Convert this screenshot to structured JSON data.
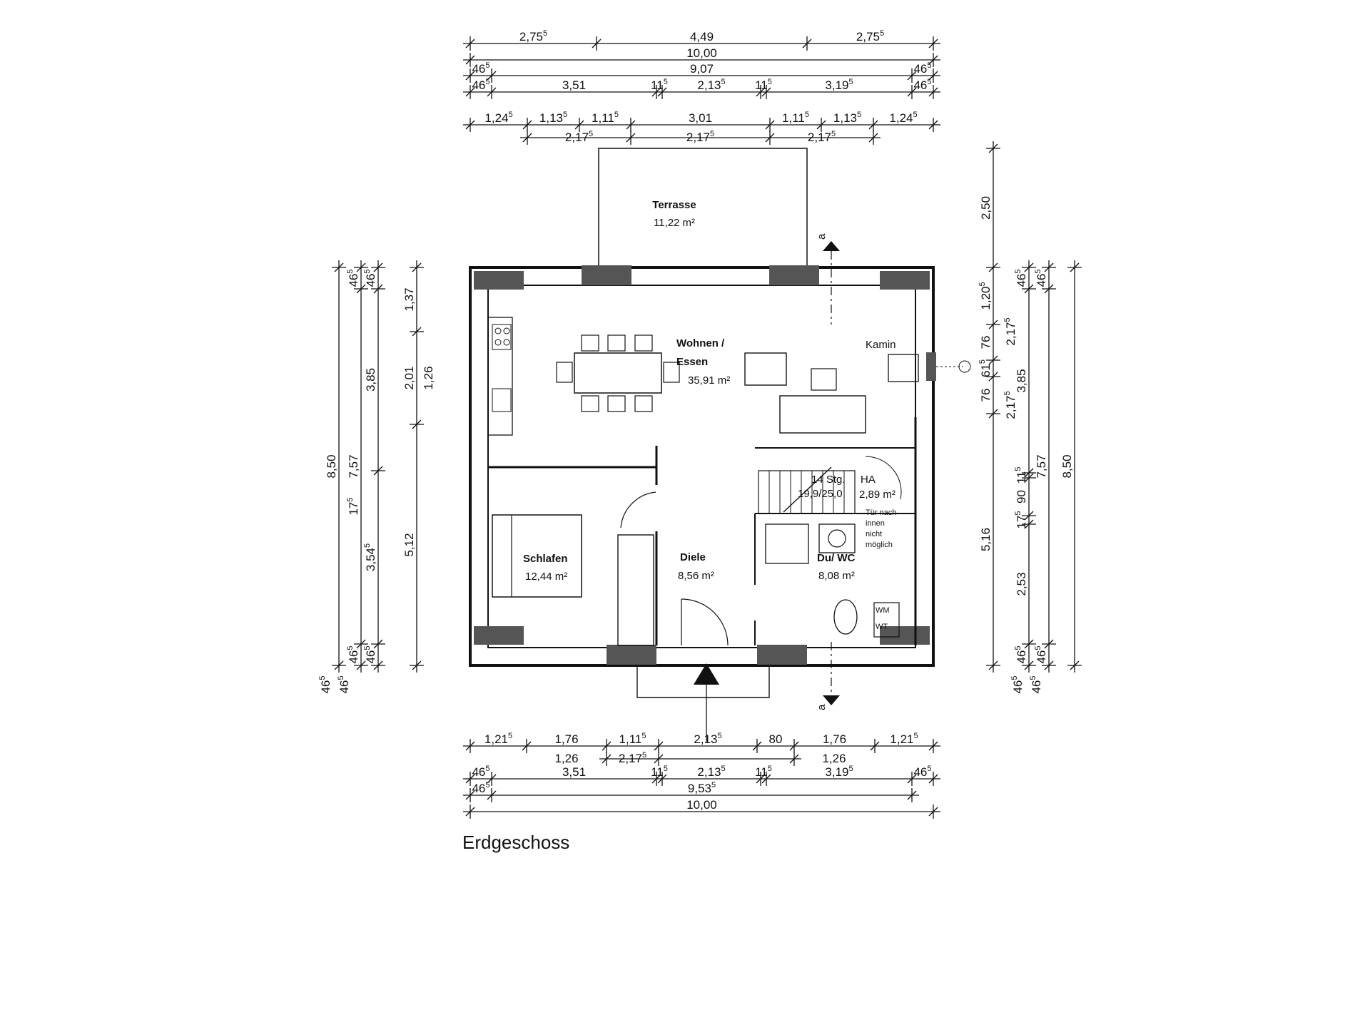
{
  "title": "Erdgeschoss",
  "rooms": {
    "terrasse": {
      "name": "Terrasse",
      "area": "11,22 m²"
    },
    "wohnen_line1": "Wohnen /",
    "wohnen_line2": "Essen",
    "wohnen_area": "35,91 m²",
    "kamin": "Kamin",
    "schlafen": {
      "name": "Schlafen",
      "area": "12,44 m²"
    },
    "diele": {
      "name": "Diele",
      "area": "8,56 m²"
    },
    "duwc": {
      "name": "Du/ WC",
      "area": "8,08 m²"
    },
    "stair_label1": "14 Stg.",
    "stair_label2": "19,9/25,0",
    "ha": "HA",
    "ha_area": "2,89 m²",
    "door_note": [
      "Tür nach",
      "innen",
      "nicht",
      "möglich"
    ],
    "wm": "WM",
    "wt": "WT",
    "section_mark": "a"
  },
  "dims_top": {
    "row1": [
      {
        "v": "2,75",
        "s": "5"
      },
      {
        "v": "4,49",
        "s": ""
      },
      {
        "v": "2,75",
        "s": "5"
      }
    ],
    "row2": "10,00",
    "row3": [
      {
        "v": "46",
        "s": "5"
      },
      {
        "v": "9,07",
        "s": ""
      },
      {
        "v": "46",
        "s": "5"
      }
    ],
    "row4": [
      {
        "v": "46",
        "s": "5"
      },
      {
        "v": "3,51",
        "s": ""
      },
      {
        "v": "11",
        "s": "5"
      },
      {
        "v": "2,13",
        "s": "5"
      },
      {
        "v": "11",
        "s": "5"
      },
      {
        "v": "3,19",
        "s": "5"
      },
      {
        "v": "46",
        "s": "5"
      }
    ],
    "row5": [
      {
        "v": "1,24",
        "s": "5"
      },
      {
        "v": "1,13",
        "s": "5"
      },
      {
        "v": "1,11",
        "s": "5"
      },
      {
        "v": "3,01",
        "s": ""
      },
      {
        "v": "1,11",
        "s": "5"
      },
      {
        "v": "1,13",
        "s": "5"
      },
      {
        "v": "1,24",
        "s": "5"
      }
    ],
    "row6": [
      {
        "v": "2,17",
        "s": "5"
      },
      {
        "v": "2,17",
        "s": "5"
      },
      {
        "v": "2,17",
        "s": "5"
      }
    ]
  },
  "dims_bottom": {
    "row1": [
      {
        "v": "1,21",
        "s": "5"
      },
      {
        "v": "1,76",
        "s": ""
      },
      {
        "v": "1,11",
        "s": "5"
      },
      {
        "v": "2,13",
        "s": "5"
      },
      {
        "v": "80",
        "s": ""
      },
      {
        "v": "1,76",
        "s": ""
      },
      {
        "v": "1,21",
        "s": "5"
      }
    ],
    "row2": [
      {
        "v": "1,26",
        "s": ""
      },
      {
        "v": "2,17",
        "s": "5"
      },
      {
        "v": "1,26",
        "s": ""
      }
    ],
    "row3": [
      {
        "v": "46",
        "s": "5"
      },
      {
        "v": "3,51",
        "s": ""
      },
      {
        "v": "11",
        "s": "5"
      },
      {
        "v": "2,13",
        "s": "5"
      },
      {
        "v": "11",
        "s": "5"
      },
      {
        "v": "3,19",
        "s": "5"
      },
      {
        "v": "46",
        "s": "5"
      }
    ],
    "row4": [
      {
        "v": "46",
        "s": "5"
      },
      {
        "v": "9,53",
        "s": "5"
      }
    ],
    "row5": "10,00"
  },
  "dims_left": {
    "outer": "8,50",
    "col2": [
      "7,57",
      "17"
    ],
    "col2_sup": "5",
    "col3": [
      {
        "v": "46",
        "s": "5"
      },
      {
        "v": "3,85",
        "s": ""
      },
      {
        "v": "3,54",
        "s": "5"
      },
      {
        "v": "46",
        "s": "5"
      }
    ],
    "col4": [
      "1,37",
      "2,01",
      "5,12"
    ],
    "col4_b": "1,26",
    "col1_bottom": [
      {
        "v": "46",
        "s": "5"
      },
      {
        "v": "46",
        "s": "5"
      }
    ],
    "col1_top": [
      {
        "v": "46",
        "s": "5"
      }
    ]
  },
  "dims_right": {
    "col1": [
      "2,50",
      "1,20",
      "76",
      "61",
      "76",
      "5,16"
    ],
    "col1_sups": [
      "",
      "5",
      "",
      "5",
      "",
      ""
    ],
    "col2": [
      "2,17",
      "2,17",
      "11",
      "90",
      "17",
      "2,53"
    ],
    "col2_sups": [
      "5",
      "5",
      "5",
      "",
      "5",
      ""
    ],
    "col3": [
      {
        "v": "46",
        "s": "5"
      },
      {
        "v": "3,85",
        "s": ""
      },
      {
        "v": "7,57",
        "s": ""
      },
      {
        "v": "46",
        "s": "5"
      }
    ],
    "col4": "8,50",
    "bottom": [
      {
        "v": "46",
        "s": "5"
      },
      {
        "v": "46",
        "s": "5"
      }
    ]
  }
}
